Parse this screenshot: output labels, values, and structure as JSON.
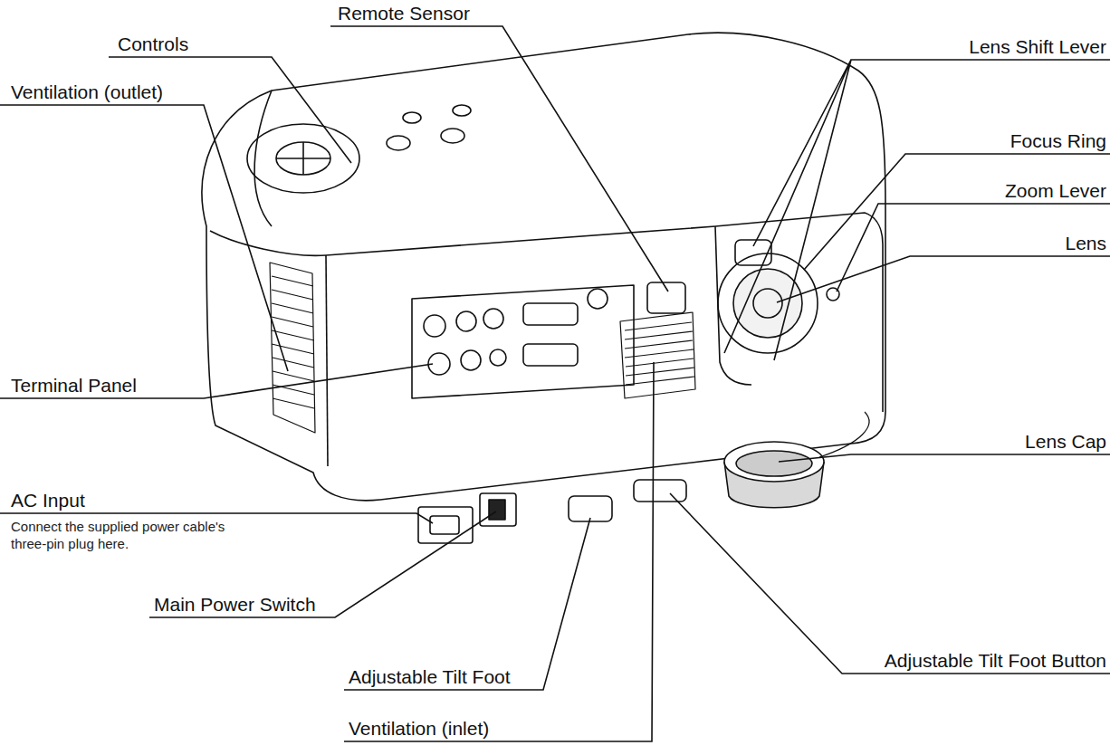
{
  "diagram": {
    "labels": [
      "Controls",
      "Remote Sensor",
      "Lens Shift Lever",
      "Ventilation (outlet)",
      "Focus Ring",
      "Zoom Lever",
      "Lens",
      "Terminal Panel",
      "Lens Cap",
      "AC Input",
      "Connect the supplied power cable's three-pin plug here.",
      "Main Power Switch",
      "Adjustable Tilt Foot Button",
      "Adjustable Tilt Foot",
      "Ventilation (inlet)"
    ]
  }
}
